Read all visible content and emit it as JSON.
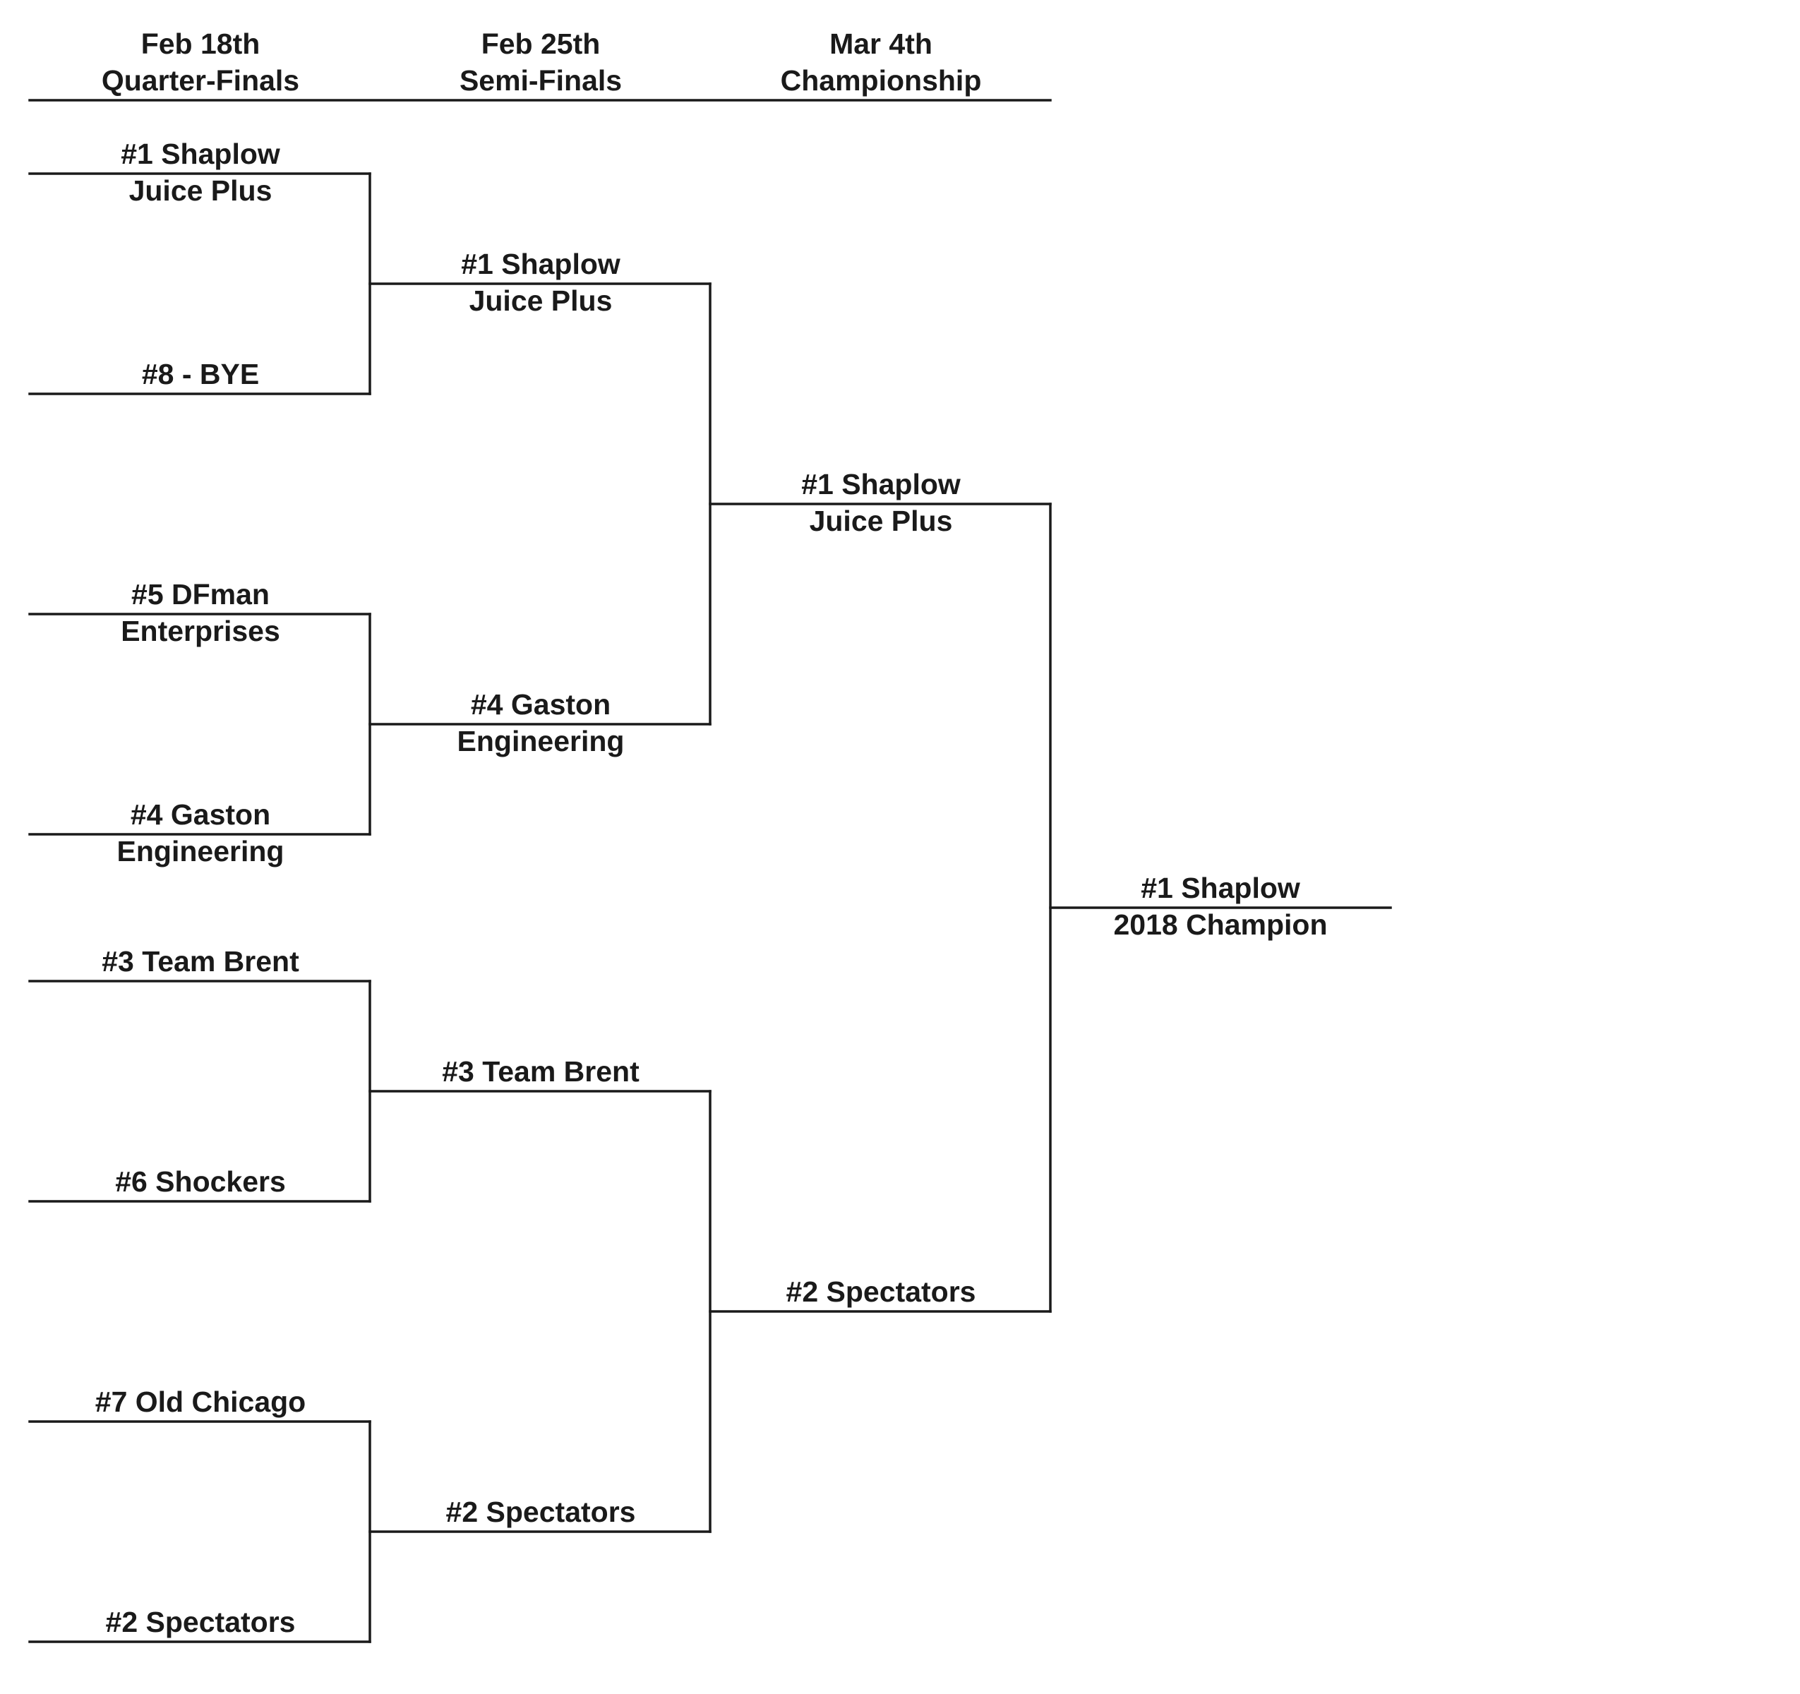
{
  "rounds": [
    {
      "date": "Feb 18th",
      "name": "Quarter-Finals"
    },
    {
      "date": "Feb 25th",
      "name": "Semi-Finals"
    },
    {
      "date": "Mar 4th",
      "name": "Championship"
    }
  ],
  "quarterfinals": [
    {
      "line1": "#1 Shaplow",
      "line2": "Juice Plus"
    },
    {
      "line1": "#8 - BYE",
      "line2": ""
    },
    {
      "line1": "#5 DFman",
      "line2": "Enterprises"
    },
    {
      "line1": "#4 Gaston",
      "line2": "Engineering"
    },
    {
      "line1": "#3 Team Brent",
      "line2": ""
    },
    {
      "line1": "#6 Shockers",
      "line2": ""
    },
    {
      "line1": "#7 Old Chicago",
      "line2": ""
    },
    {
      "line1": "#2 Spectators",
      "line2": ""
    }
  ],
  "semifinals": [
    {
      "line1": "#1 Shaplow",
      "line2": "Juice Plus"
    },
    {
      "line1": "#4 Gaston",
      "line2": "Engineering"
    },
    {
      "line1": "#3 Team Brent",
      "line2": ""
    },
    {
      "line1": "#2 Spectators",
      "line2": ""
    }
  ],
  "finals": [
    {
      "line1": "#1 Shaplow",
      "line2": "Juice Plus"
    },
    {
      "line1": "#2 Spectators",
      "line2": ""
    }
  ],
  "champion": {
    "line1": "#1 Shaplow",
    "line2": "2018 Champion"
  },
  "colors": {
    "ink": "#1a1a1a",
    "background": "#ffffff"
  }
}
